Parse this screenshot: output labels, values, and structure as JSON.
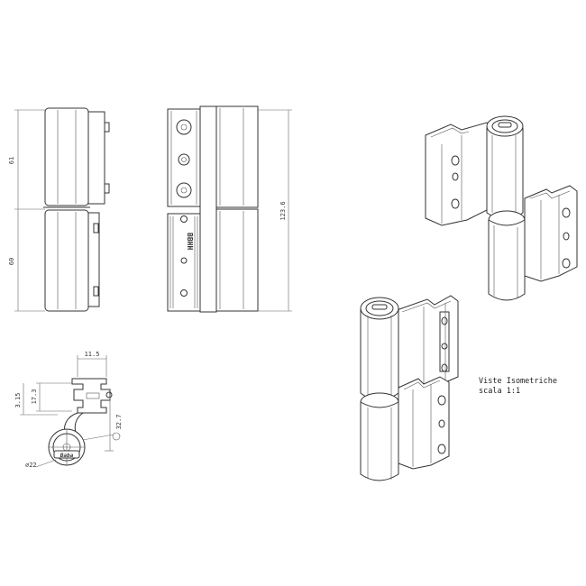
{
  "dimensions": {
    "upper_height": "61",
    "lower_height": "60",
    "total_height": "123.6",
    "width_top": "11.5",
    "depth": "17.3",
    "offset": "3.15",
    "pin_height": "32.7",
    "diameter": "⌀22"
  },
  "imprint": "BBHH",
  "logo_text": "Baba",
  "note": {
    "title": "Viste Isometriche",
    "scale": "scala 1:1"
  },
  "colors": {
    "line": "#333333",
    "background": "#ffffff"
  }
}
